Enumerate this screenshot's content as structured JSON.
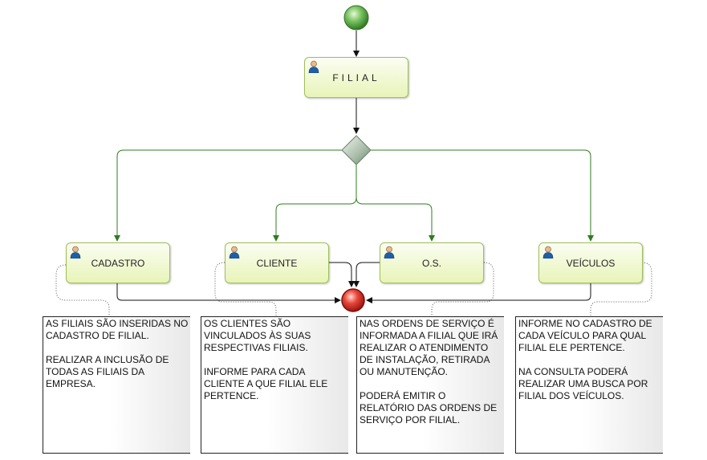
{
  "diagram": {
    "tasks": [
      {
        "id": "filial",
        "label": "FILIAL"
      },
      {
        "id": "cadastro",
        "label": "CADASTRO"
      },
      {
        "id": "cliente",
        "label": "CLIENTE"
      },
      {
        "id": "os",
        "label": "O.S."
      },
      {
        "id": "veiculos",
        "label": "VEÍCULOS"
      }
    ],
    "notes": [
      {
        "id": "cadastro",
        "paragraphs": [
          "AS FILIAIS SÃO INSERIDAS NO CADASTRO DE FILIAL.",
          "REALIZAR A INCLUSÃO DE TODAS AS FILIAIS DA EMPRESA."
        ]
      },
      {
        "id": "cliente",
        "paragraphs": [
          "OS CLIENTES SÃO VINCULADOS ÀS SUAS RESPECTIVAS FILIAIS.",
          "INFORME PARA CADA CLIENTE A QUE FILIAL ELE PERTENCE."
        ]
      },
      {
        "id": "os",
        "paragraphs": [
          "NAS ORDENS DE SERVIÇO É INFORMADA A FILIAL QUE IRÁ REALIZAR O ATENDIMENTO DE INSTALAÇÃO, RETIRADA OU MANUTENÇÃO.",
          "PODERÁ EMITIR O RELATÓRIO DAS ORDENS DE SERVIÇO POR FILIAL."
        ]
      },
      {
        "id": "veiculos",
        "paragraphs": [
          "INFORME NO CADASTRO DE CADA VEÍCULO PARA QUAL FILIAL ELE PERTENCE.",
          "NA CONSULTA PODERÁ REALIZAR UMA BUSCA POR FILIAL DOS VEÍCULOS."
        ]
      }
    ],
    "colors": {
      "sequence_flow_dark": "#111111",
      "sequence_flow_green": "#2e7d1f",
      "start_event": "#5cb85c",
      "end_event": "#d9302a",
      "gateway": "#8fa88f",
      "task_border": "#9fbf5a",
      "user_icon": "#1f5fa8"
    },
    "icons": {
      "task_marker": "user-icon",
      "start": "start-event-circle",
      "end": "end-event-circle",
      "gateway": "diamond-gateway"
    }
  }
}
